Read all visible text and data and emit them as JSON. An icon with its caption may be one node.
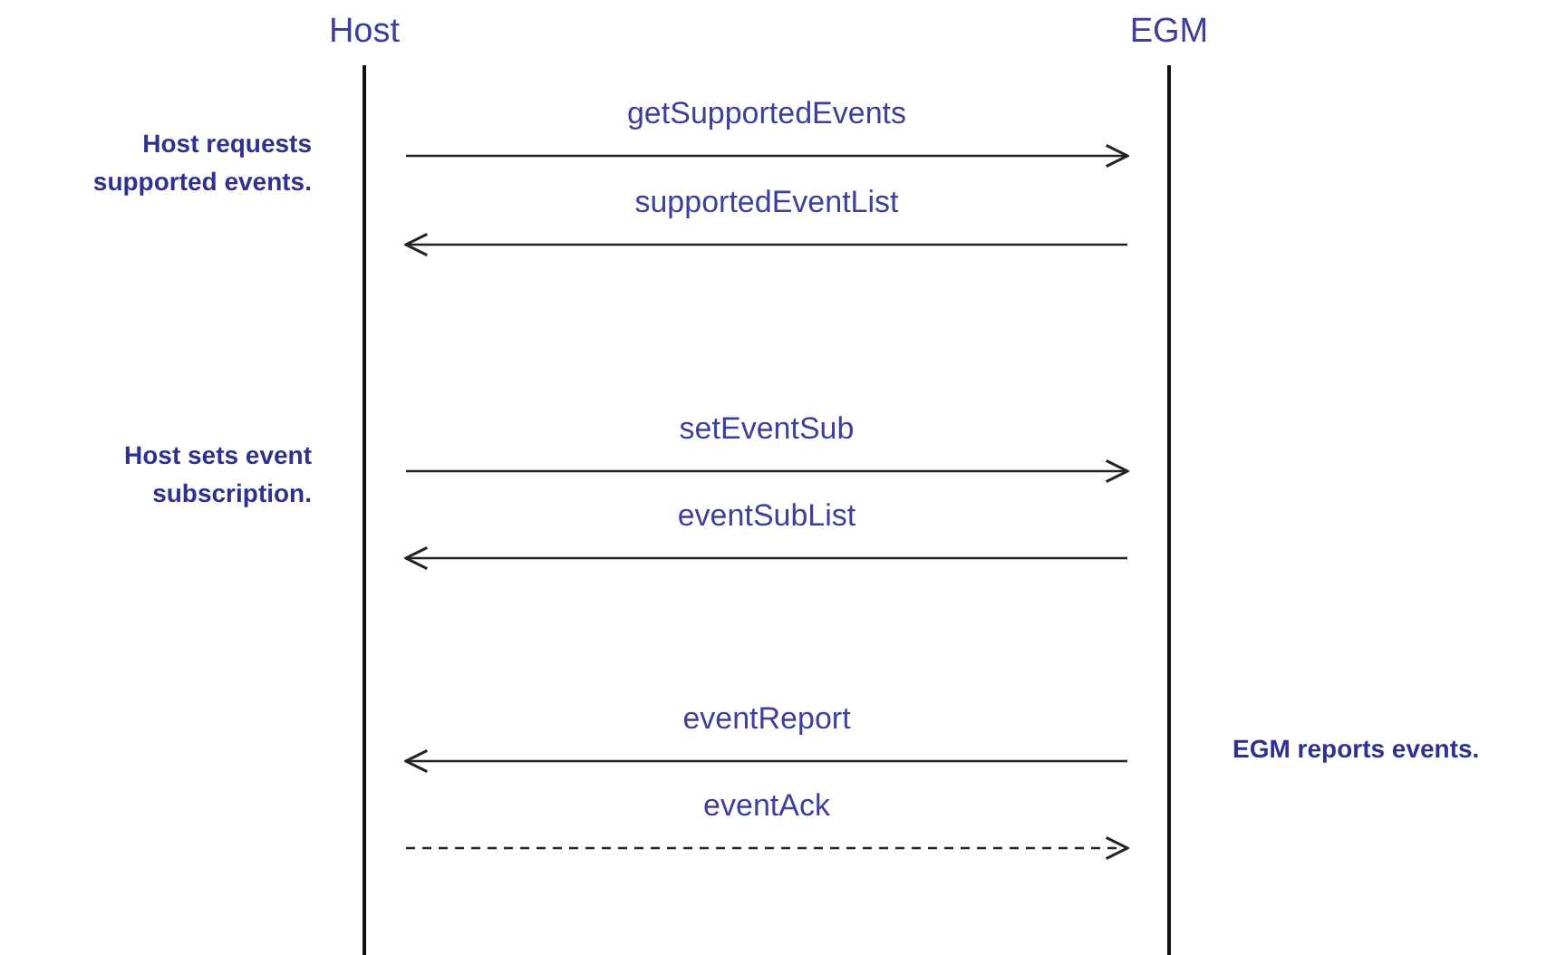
{
  "diagram": {
    "nodes": [
      {
        "text": [
          "Host"
        ]
      },
      {
        "text": [
          "EGM"
        ]
      }
    ],
    "edges": [
      {
        "from": 0,
        "to": 1,
        "arrow": "to",
        "label": "getSupportedEvents"
      },
      {
        "from": 1,
        "to": 0,
        "arrow": "to",
        "label": "supportedEventList"
      },
      {
        "from": 0,
        "to": 1,
        "arrow": "to",
        "label": "setEventSub"
      },
      {
        "from": 1,
        "to": 0,
        "arrow": "to",
        "label": "eventSubList"
      },
      {
        "from": 1,
        "to": 0,
        "arrow": "to",
        "label": "eventReport"
      },
      {
        "from": 0,
        "to": 1,
        "arrow": "to",
        "label": "eventAck",
        "style": "dashed"
      }
    ],
    "labels": [
      "Host requests supported events.",
      "Host sets event subscription.",
      "EGM reports events."
    ]
  }
}
